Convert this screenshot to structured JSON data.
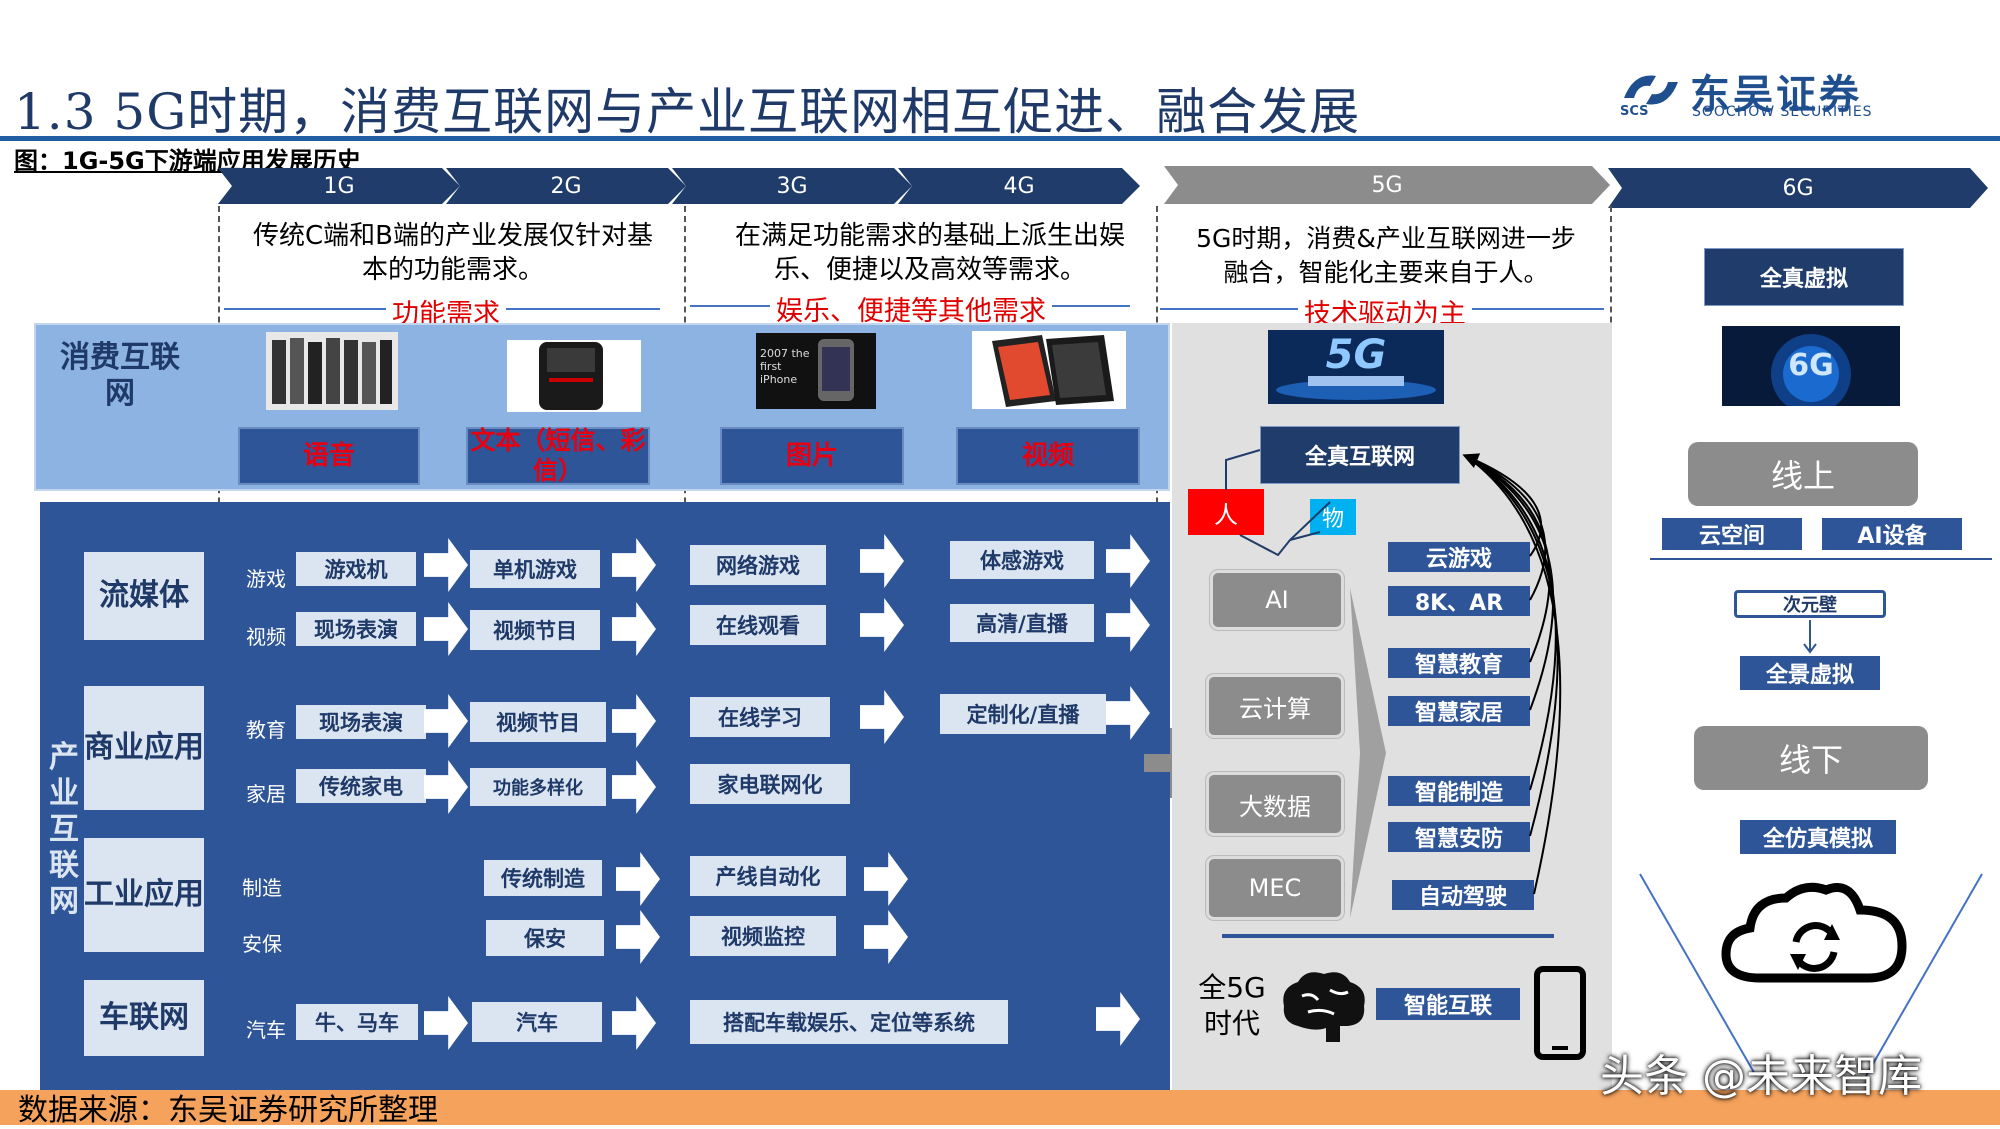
{
  "header": {
    "title": "1.3  5G时期，消费互联网与产业互联网相互促进、融合发展",
    "subtitle": "图：1G-5G下游端应用发展历史",
    "logo_cn": "东吴证券",
    "logo_en": "SOOCHOW SECURITIES",
    "logo_abbr": "SCS"
  },
  "generations": [
    "1G",
    "2G",
    "3G",
    "4G",
    "5G",
    "6G"
  ],
  "eras": [
    {
      "desc": "传统C端和B端的产业发展仅针对基本的功能需求。",
      "need": "功能需求"
    },
    {
      "desc": "在满足功能需求的基础上派生出娱乐、便捷以及高效等需求。",
      "need": "娱乐、便捷等其他需求"
    },
    {
      "desc": "5G时期，消费&产业互联网进一步融合，智能化主要来自于人。",
      "need": "技术驱动为主"
    }
  ],
  "consumer": {
    "label": "消费互联网",
    "items": [
      "语音",
      "文本（短信、彩信）",
      "图片",
      "视频"
    ],
    "photo_iphone_text": "2007 the first iPhone",
    "photo_5g_text": "5G"
  },
  "industry": {
    "label": "产业互联网",
    "groups": [
      {
        "label": "流媒体",
        "rows": [
          {
            "sub": "游戏",
            "c1": "游戏机",
            "c2": "单机游戏",
            "c3": "网络游戏",
            "c4": "体感游戏"
          },
          {
            "sub": "视频",
            "c1": "现场表演",
            "c2": "视频节目",
            "c3": "在线观看",
            "c4": "高清/直播"
          }
        ]
      },
      {
        "label": "商业应用",
        "rows": [
          {
            "sub": "教育",
            "c1": "现场表演",
            "c2": "视频节目",
            "c3": "在线学习",
            "c4": "定制化/直播"
          },
          {
            "sub": "家居",
            "c1": "传统家电",
            "c2": "功能多样化",
            "c3": "家电联网化",
            "c4": ""
          }
        ]
      },
      {
        "label": "工业应用",
        "rows": [
          {
            "sub": "制造",
            "c1": "",
            "c2": "传统制造",
            "c3": "产线自动化",
            "c4": ""
          },
          {
            "sub": "安保",
            "c1": "",
            "c2": "保安",
            "c3": "视频监控",
            "c4": ""
          }
        ]
      },
      {
        "label": "车联网",
        "rows": [
          {
            "sub": "汽车",
            "c1": "牛、马车",
            "c2": "汽车",
            "c3": "搭配车载娱乐、定位等系统",
            "c4": ""
          }
        ]
      }
    ]
  },
  "g5": {
    "center": "全真互联网",
    "person": "人",
    "thing": "物",
    "tech": [
      "AI",
      "云计算",
      "大数据",
      "MEC"
    ],
    "apps": [
      "云游戏",
      "8K、AR",
      "智慧教育",
      "智慧家居",
      "智能制造",
      "智慧安防",
      "自动驾驶"
    ],
    "era_label": "全5G时代",
    "smart": "智能互联"
  },
  "g6": {
    "top": "全真虚拟",
    "img_text": "6G",
    "online": "线上",
    "cloud_space": "云空间",
    "ai_device": "AI设备",
    "dimension_wall": "次元壁",
    "panoramic": "全景虚拟",
    "offline": "线下",
    "simulation": "全仿真模拟"
  },
  "footer": {
    "source": "数据来源：东吴证券研究所整理",
    "watermark": "头条 @未来智库"
  },
  "colors": {
    "navy": "#1f3c6b",
    "panel_blue": "#2e5597",
    "light_blue": "#8db3e2",
    "red": "#e60012",
    "orange": "#f5a25d"
  }
}
